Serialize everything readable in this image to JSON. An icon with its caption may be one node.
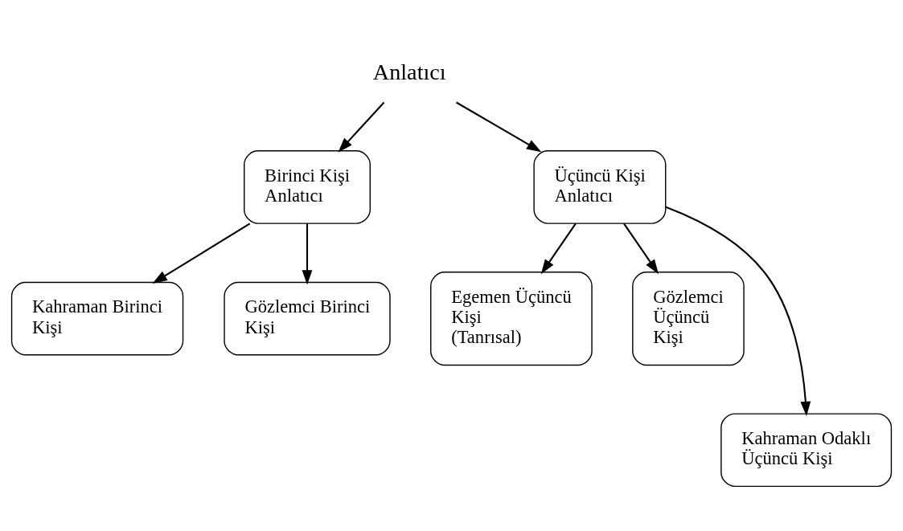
{
  "diagram": {
    "nodes": [
      {
        "text": [
          "Anlatıcı"
        ]
      },
      {
        "text": [
          "Birinci Kişi Anlatıcı"
        ]
      },
      {
        "text": [
          "Üçüncü Kişi Anlatıcı"
        ]
      },
      {
        "text": [
          "Kahraman Birinci Kişi"
        ]
      },
      {
        "text": [
          "Gözlemci Birinci Kişi"
        ]
      },
      {
        "text": [
          "Egemen Üçüncü Kişi (Tanrısal)"
        ]
      },
      {
        "text": [
          "Gözlemci Üçüncü Kişi"
        ]
      },
      {
        "text": [
          "Kahraman Odaklı Üçüncü Kişi"
        ]
      }
    ],
    "edges": [
      {
        "from": 0,
        "to": 1,
        "arrow": "to"
      },
      {
        "from": 0,
        "to": 2,
        "arrow": "to"
      },
      {
        "from": 1,
        "to": 3,
        "arrow": "to"
      },
      {
        "from": 1,
        "to": 4,
        "arrow": "to"
      },
      {
        "from": 2,
        "to": 5,
        "arrow": "to"
      },
      {
        "from": 2,
        "to": 7,
        "arrow": "to"
      },
      {
        "from": 2,
        "to": 6,
        "arrow": "to"
      }
    ]
  }
}
